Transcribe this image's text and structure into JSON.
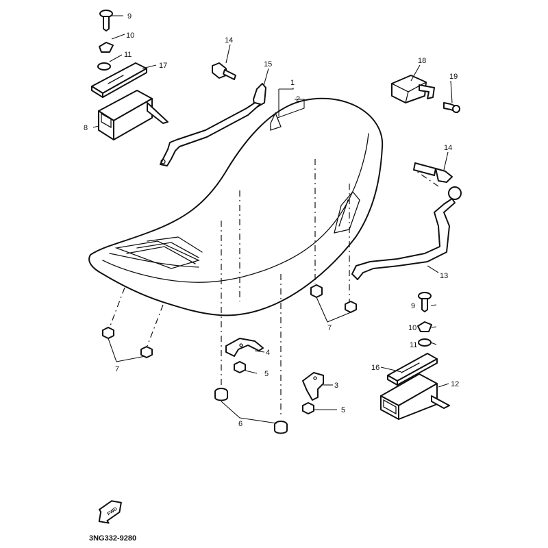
{
  "callouts": {
    "c1": "1",
    "c2": "2",
    "c3": "3",
    "c4": "4",
    "c5a": "5",
    "c5b": "5",
    "c6": "6",
    "c7a": "7",
    "c7b": "7",
    "c8": "8",
    "c9a": "9",
    "c9b": "9",
    "c10a": "10",
    "c10b": "10",
    "c11a": "11",
    "c11b": "11",
    "c12": "12",
    "c13": "13",
    "c14a": "14",
    "c14b": "14",
    "c15": "15",
    "c16": "16",
    "c17": "17",
    "c18": "18",
    "c19": "19"
  },
  "direction_tag": "FWD",
  "diagram_code": "3NG332-9280"
}
